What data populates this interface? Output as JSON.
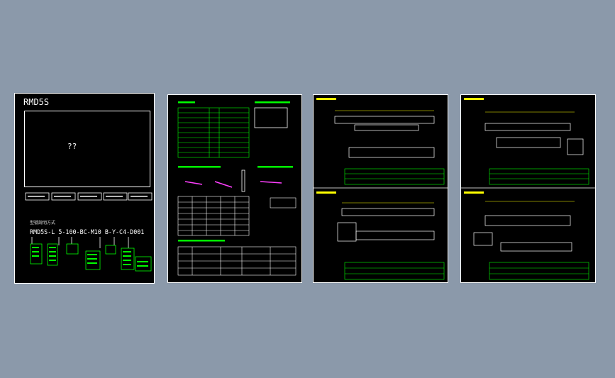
{
  "sheet1": {
    "title": "RMD5S",
    "preview_text": "??",
    "small_label": "型號說明方式",
    "part_code": "RMD5S-L 5-100-BC-M10 B-Y-C4-D001"
  },
  "colors": {
    "background": "#8b99aa",
    "sheet": "#000000",
    "line": "#ffffff",
    "accent": "#00ff00",
    "highlight": "#ffff00",
    "magenta": "#ff40ff"
  }
}
